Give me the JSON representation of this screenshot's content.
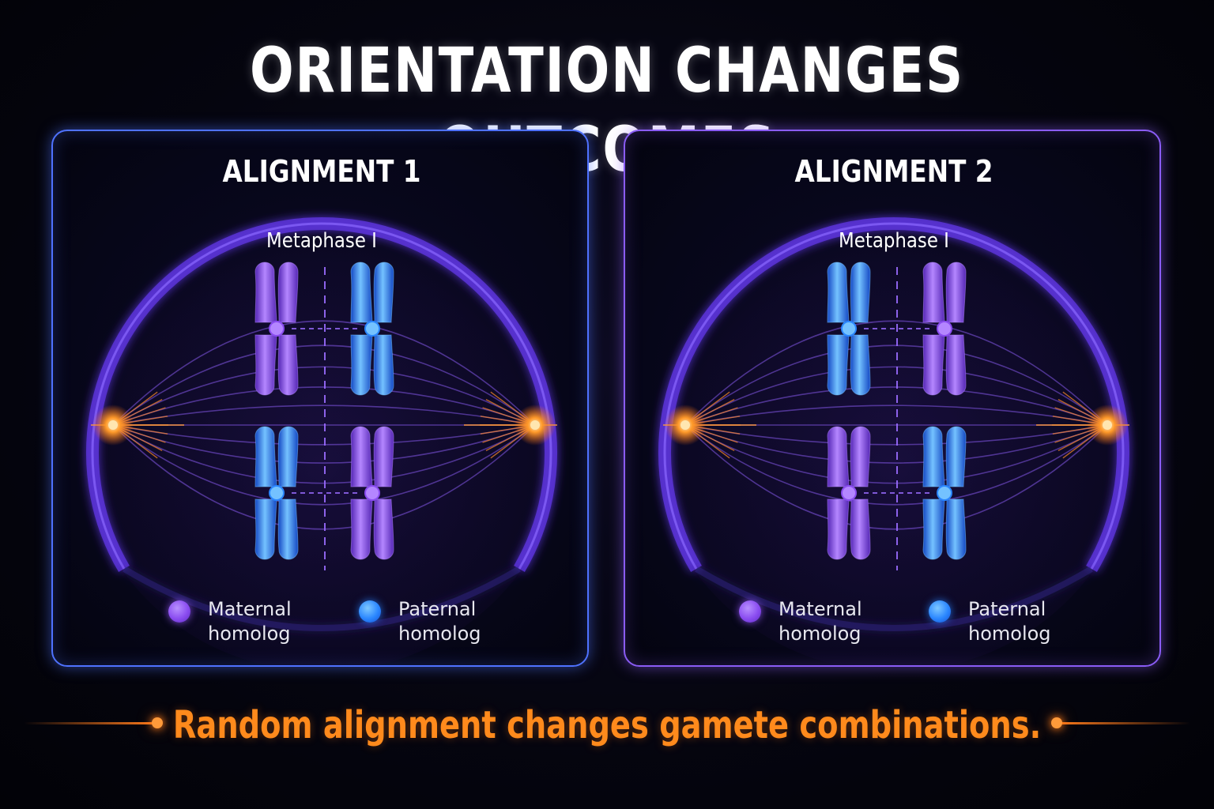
{
  "title": "ORIENTATION CHANGES OUTCOMES",
  "footer": "Random alignment changes gamete combinations.",
  "colors": {
    "maternal": "#8a4cf0",
    "paternal": "#2a86ff",
    "panel1_border": "#4f72ff",
    "panel2_border": "#8a5cf5",
    "accent_orange": "#ff8a1c",
    "spindle_pole": "#ff9a3a"
  },
  "panels": [
    {
      "title": "ALIGNMENT 1",
      "phase": "Metaphase I",
      "chromosomes": {
        "top_row": [
          "maternal",
          "paternal"
        ],
        "bottom_row": [
          "paternal",
          "maternal"
        ]
      },
      "legend": [
        {
          "type": "maternal",
          "label": "Maternal homolog"
        },
        {
          "type": "paternal",
          "label": "Paternal homolog"
        }
      ]
    },
    {
      "title": "ALIGNMENT 2",
      "phase": "Metaphase I",
      "chromosomes": {
        "top_row": [
          "paternal",
          "maternal"
        ],
        "bottom_row": [
          "maternal",
          "paternal"
        ]
      },
      "legend": [
        {
          "type": "maternal",
          "label": "Maternal homolog"
        },
        {
          "type": "paternal",
          "label": "Paternal homolog"
        }
      ]
    }
  ]
}
